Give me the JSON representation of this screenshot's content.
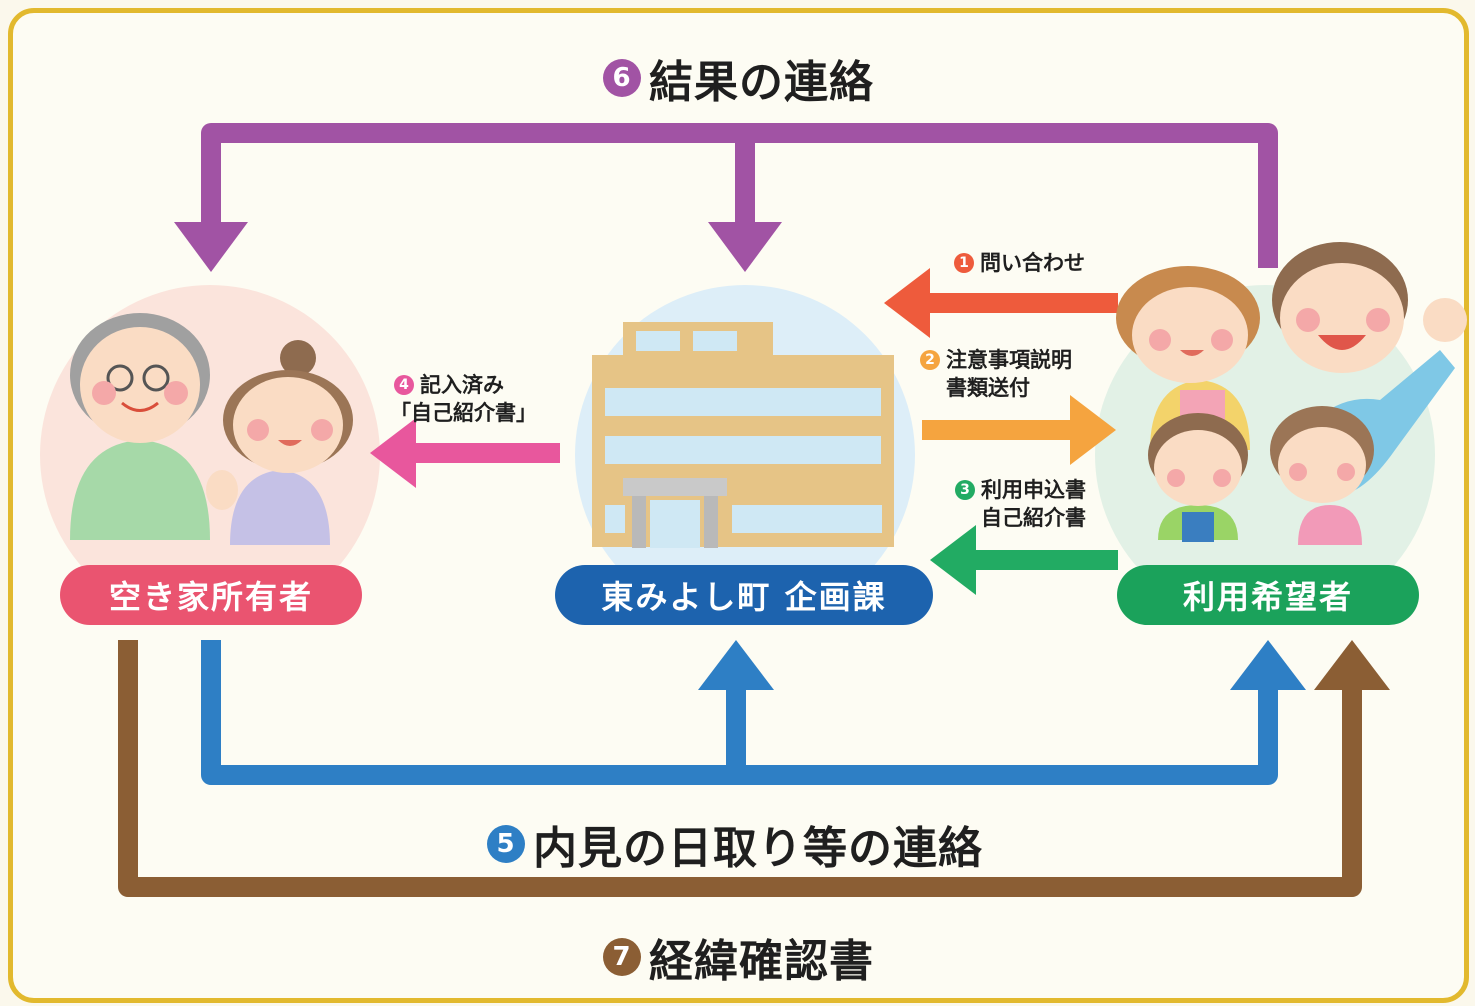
{
  "nodes": {
    "owner": "空き家所有者",
    "office": "東みよし町 企画課",
    "applicant": "利用希望者"
  },
  "steps": {
    "s1": {
      "num": "1",
      "label": "問い合わせ"
    },
    "s2": {
      "num": "2",
      "line1": "注意事項説明",
      "line2": "書類送付"
    },
    "s3": {
      "num": "3",
      "line1": "利用申込書",
      "line2": "自己紹介書"
    },
    "s4": {
      "num": "4",
      "line1": "記入済み",
      "line2": "「自己紹介書」"
    },
    "s5": {
      "num": "5",
      "label": "内見の日取り等の連絡"
    },
    "s6": {
      "num": "6",
      "label": "結果の連絡"
    },
    "s7": {
      "num": "7",
      "label": "経緯確認書"
    }
  },
  "colors": {
    "purple": "#a153a4",
    "red": "#ee5b3c",
    "orange": "#f5a43f",
    "green": "#22ab63",
    "pink": "#e8579d",
    "blue": "#2e7fc5",
    "brown": "#8b5e34",
    "owner_pill": "#ea5470",
    "office_pill": "#1d63ae",
    "applicant_pill": "#1ba25b",
    "border": "#e2b92e"
  }
}
